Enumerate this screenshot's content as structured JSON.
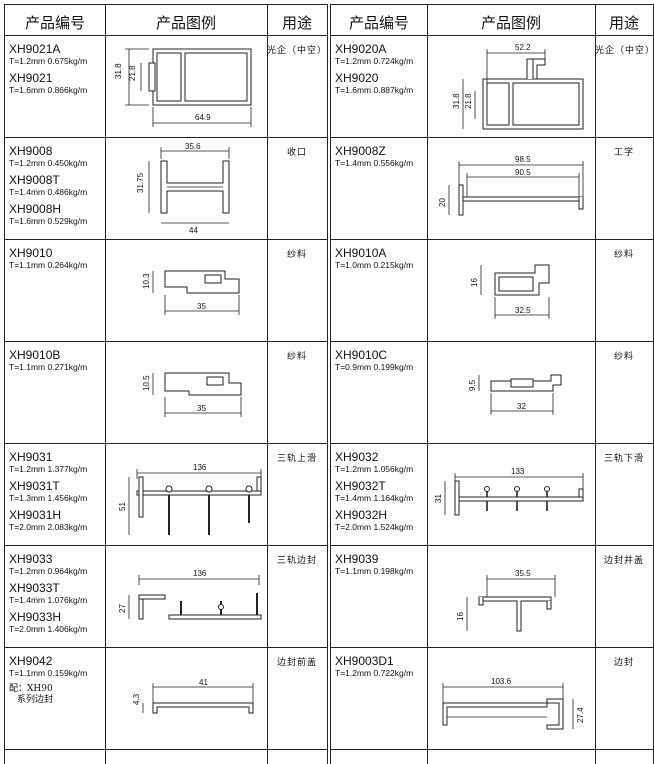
{
  "headers": {
    "code": "产品编号",
    "figure": "产品图例",
    "use": "用途"
  },
  "left_rows": [
    {
      "products": [
        {
          "code": "XH9021A",
          "spec": "T=1.2mm  0.675kg/m"
        },
        {
          "code": "XH9021",
          "spec": "T=1.6mm  0.866kg/m"
        }
      ],
      "use": "光企（中空）",
      "dims": [
        "31.8",
        "21.8",
        "64.9"
      ]
    },
    {
      "products": [
        {
          "code": "XH9008",
          "spec": "T=1.2mm  0.450kg/m"
        },
        {
          "code": "XH9008T",
          "spec": "T=1.4mm  0.486kg/m"
        },
        {
          "code": "XH9008H",
          "spec": "T=1.6mm  0.529kg/m"
        }
      ],
      "use": "收口",
      "dims": [
        "35.6",
        "31.75",
        "44"
      ]
    },
    {
      "products": [
        {
          "code": "XH9010",
          "spec": "T=1.1mm  0.264kg/m"
        }
      ],
      "use": "纱料",
      "dims": [
        "10.3",
        "35"
      ]
    },
    {
      "products": [
        {
          "code": "XH9010B",
          "spec": "T=1.1mm  0.271kg/m"
        }
      ],
      "use": "纱料",
      "dims": [
        "10.5",
        "35"
      ]
    },
    {
      "products": [
        {
          "code": "XH9031",
          "spec": "T=1.2mm  1.377kg/m"
        },
        {
          "code": "XH9031T",
          "spec": "T=1.3mm  1.456kg/m"
        },
        {
          "code": "XH9031H",
          "spec": "T=2.0mm  2.083kg/m"
        }
      ],
      "use": "三轨上滑",
      "dims": [
        "136",
        "51"
      ]
    },
    {
      "products": [
        {
          "code": "XH9033",
          "spec": "T=1.2mm  0.964kg/m"
        },
        {
          "code": "XH9033T",
          "spec": "T=1.4mm  1.076kg/m"
        },
        {
          "code": "XH9033H",
          "spec": "T=2.0mm  1.406kg/m"
        }
      ],
      "use": "三轨边封",
      "dims": [
        "136",
        "27"
      ]
    },
    {
      "products": [
        {
          "code": "XH9042",
          "spec": "T=1.1mm  0.159kg/m"
        }
      ],
      "notes": [
        "配：XH90",
        "系列边封"
      ],
      "use": "边封前盖",
      "dims": [
        "41",
        "4.3"
      ]
    }
  ],
  "right_rows": [
    {
      "products": [
        {
          "code": "XH9020A",
          "spec": "T=1.2mm  0.724kg/m"
        },
        {
          "code": "XH9020",
          "spec": "T=1.6mm  0.887kg/m"
        }
      ],
      "use": "光企（中空）",
      "dims": [
        "52.2",
        "31.8",
        "21.8"
      ]
    },
    {
      "products": [
        {
          "code": "XH9008Z",
          "spec": "T=1.4mm  0.556kg/m"
        }
      ],
      "use": "工字",
      "dims": [
        "98.5",
        "90.5",
        "20"
      ]
    },
    {
      "products": [
        {
          "code": "XH9010A",
          "spec": "T=1.0mm  0.215kg/m"
        }
      ],
      "use": "纱料",
      "dims": [
        "16",
        "32.5"
      ]
    },
    {
      "products": [
        {
          "code": "XH9010C",
          "spec": "T=0.9mm  0.199kg/m"
        }
      ],
      "use": "纱料",
      "dims": [
        "9.5",
        "32"
      ]
    },
    {
      "products": [
        {
          "code": "XH9032",
          "spec": "T=1.2mm  1.056kg/m"
        },
        {
          "code": "XH9032T",
          "spec": "T=1.4mm  1.164kg/m"
        },
        {
          "code": "XH9032H",
          "spec": "T=2.0mm  1.524kg/m"
        }
      ],
      "use": "三轨下滑",
      "dims": [
        "133",
        "31"
      ]
    },
    {
      "products": [
        {
          "code": "XH9039",
          "spec": "T=1.1mm  0.198kg/m"
        }
      ],
      "use": "边封并盖",
      "dims": [
        "35.5",
        "16"
      ]
    },
    {
      "products": [
        {
          "code": "XH9003D1",
          "spec": "T=1.2mm  0.722kg/m"
        }
      ],
      "use": "边封",
      "dims": [
        "103.6",
        "27.4"
      ]
    }
  ]
}
